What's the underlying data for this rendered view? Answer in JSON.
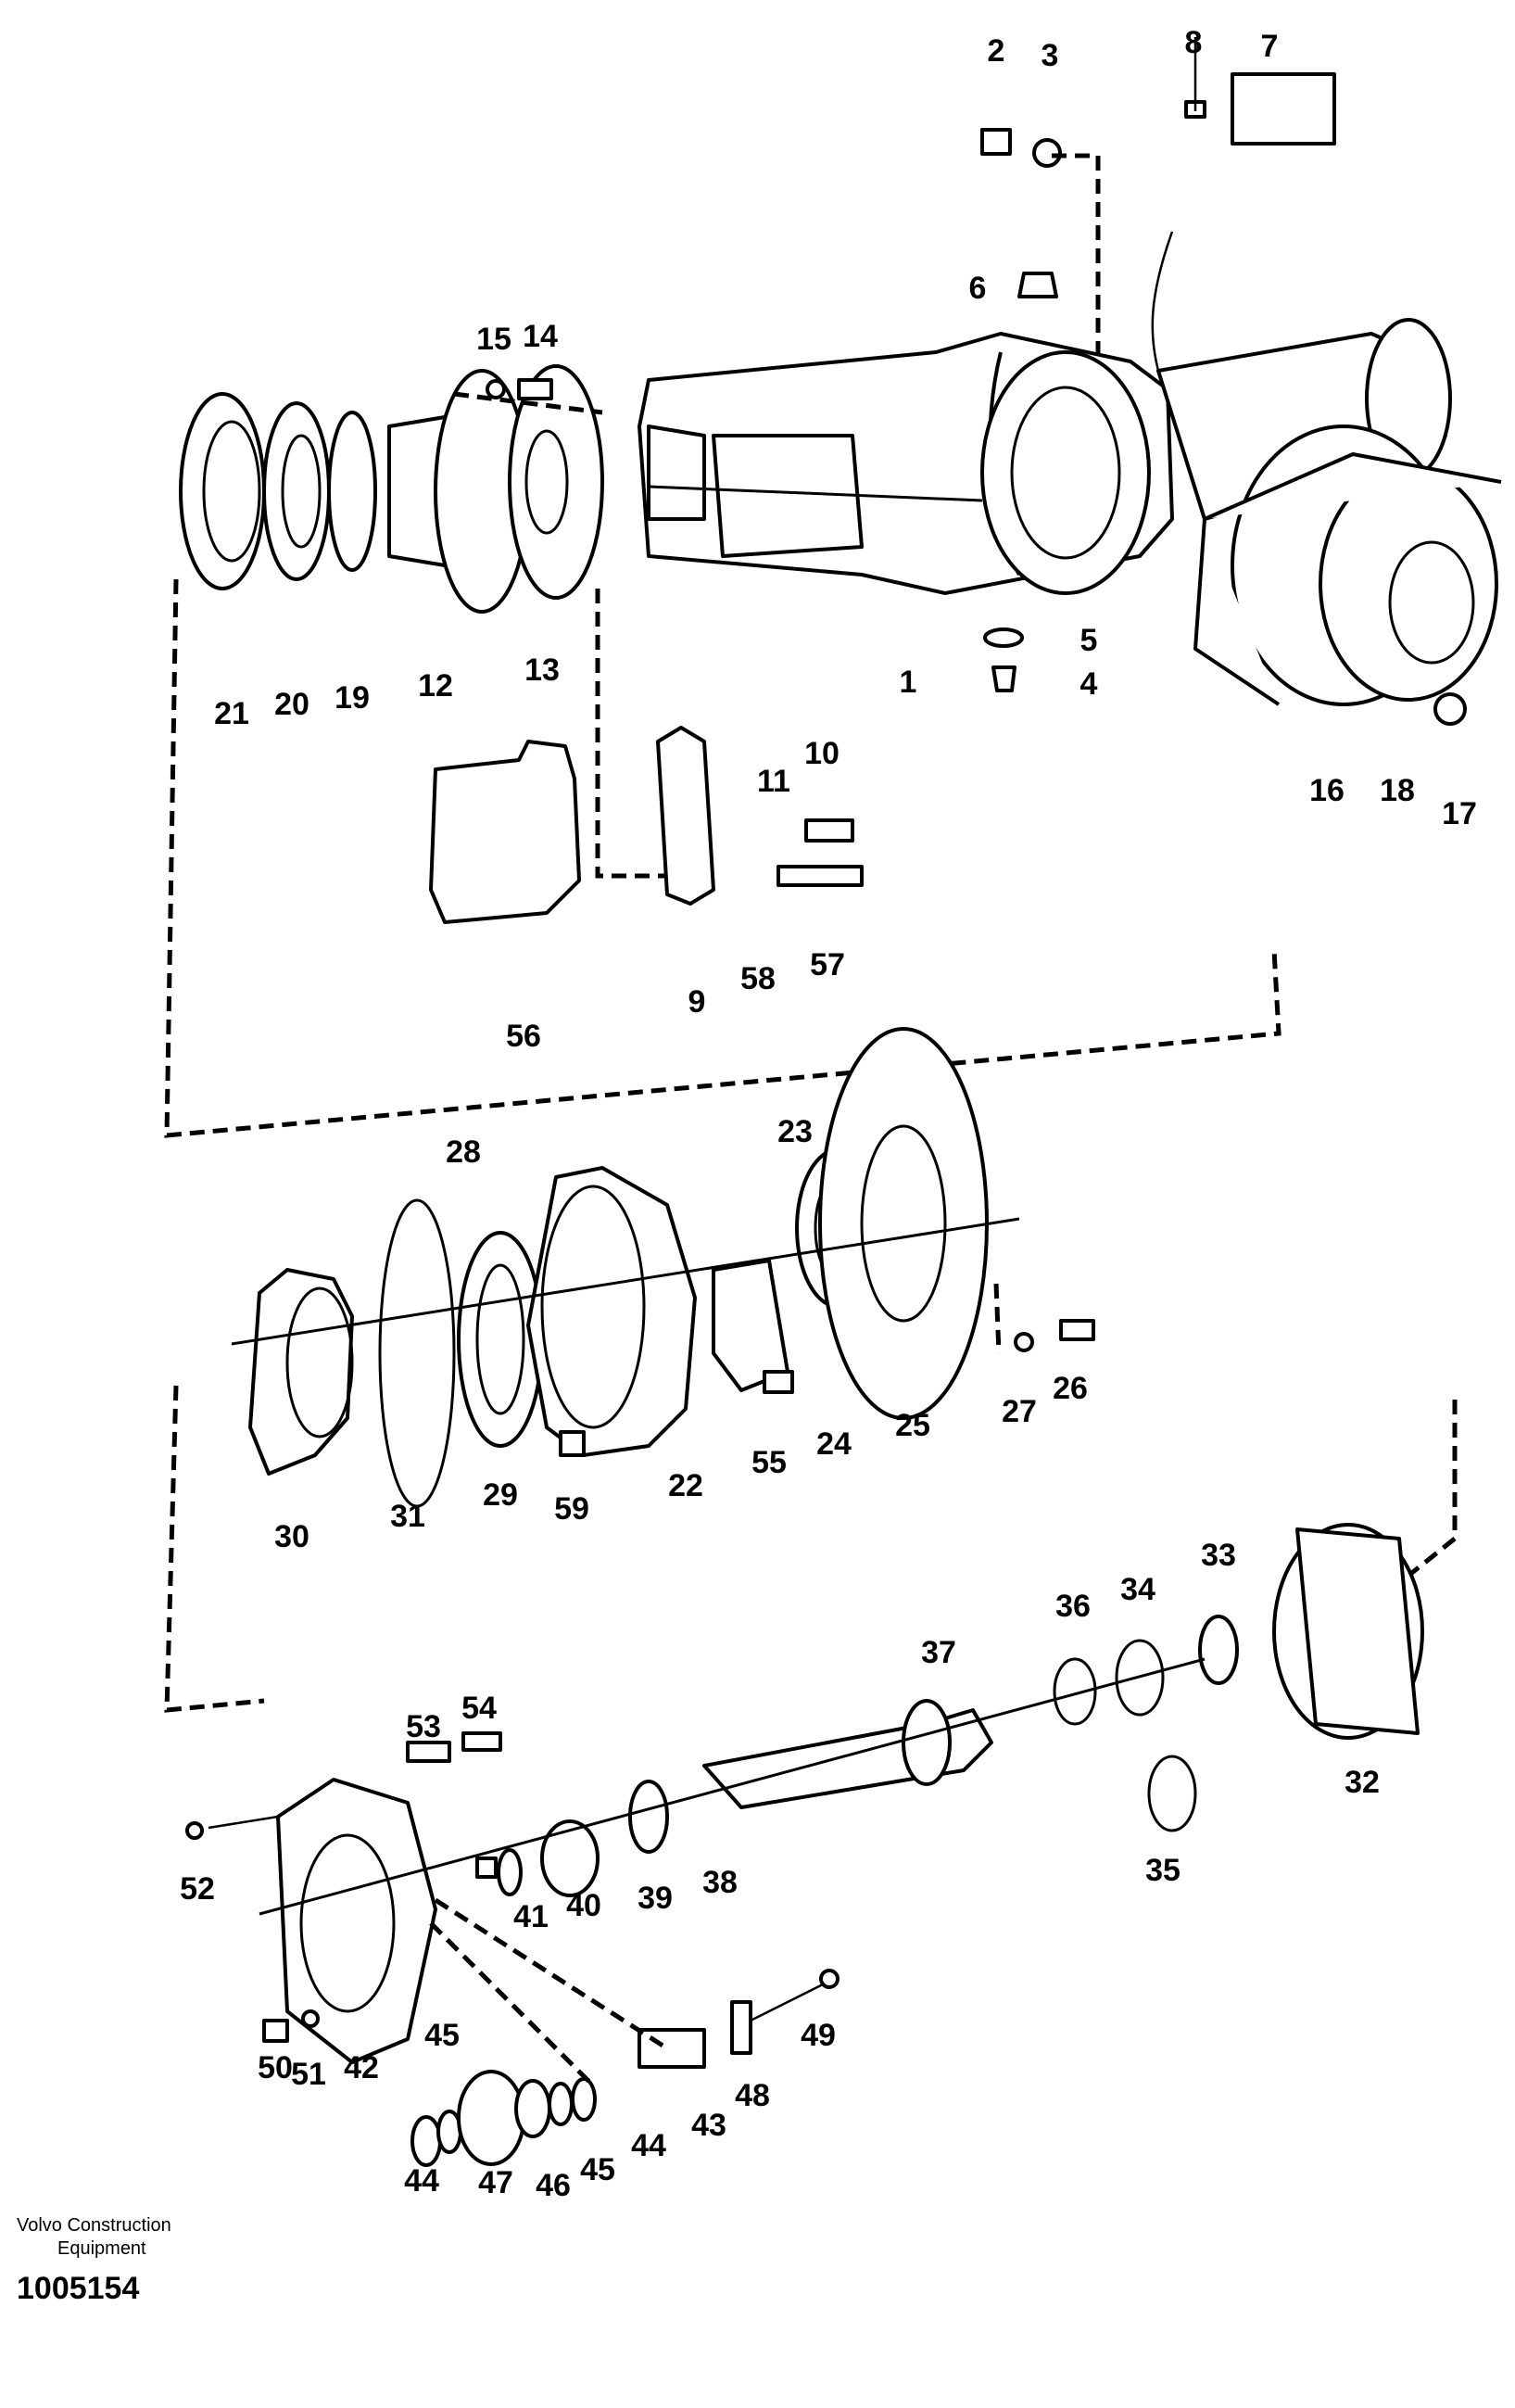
{
  "callouts": [
    {
      "id": "c1",
      "text": "1"
    },
    {
      "id": "c2",
      "text": "2"
    },
    {
      "id": "c3",
      "text": "3"
    },
    {
      "id": "c4",
      "text": "4"
    },
    {
      "id": "c5",
      "text": "5"
    },
    {
      "id": "c6",
      "text": "6"
    },
    {
      "id": "c7",
      "text": "7"
    },
    {
      "id": "c8",
      "text": "8"
    },
    {
      "id": "c9",
      "text": "9"
    },
    {
      "id": "c10",
      "text": "10"
    },
    {
      "id": "c11",
      "text": "11"
    },
    {
      "id": "c12",
      "text": "12"
    },
    {
      "id": "c13",
      "text": "13"
    },
    {
      "id": "c14",
      "text": "14"
    },
    {
      "id": "c15",
      "text": "15"
    },
    {
      "id": "c16",
      "text": "16"
    },
    {
      "id": "c17",
      "text": "17"
    },
    {
      "id": "c18",
      "text": "18"
    },
    {
      "id": "c19",
      "text": "19"
    },
    {
      "id": "c20",
      "text": "20"
    },
    {
      "id": "c21",
      "text": "21"
    },
    {
      "id": "c22",
      "text": "22"
    },
    {
      "id": "c23",
      "text": "23"
    },
    {
      "id": "c24",
      "text": "24"
    },
    {
      "id": "c25",
      "text": "25"
    },
    {
      "id": "c26",
      "text": "26"
    },
    {
      "id": "c27",
      "text": "27"
    },
    {
      "id": "c28",
      "text": "28"
    },
    {
      "id": "c29",
      "text": "29"
    },
    {
      "id": "c30",
      "text": "30"
    },
    {
      "id": "c31",
      "text": "31"
    },
    {
      "id": "c32",
      "text": "32"
    },
    {
      "id": "c33",
      "text": "33"
    },
    {
      "id": "c34",
      "text": "34"
    },
    {
      "id": "c35",
      "text": "35"
    },
    {
      "id": "c36",
      "text": "36"
    },
    {
      "id": "c37",
      "text": "37"
    },
    {
      "id": "c38",
      "text": "38"
    },
    {
      "id": "c39",
      "text": "39"
    },
    {
      "id": "c40",
      "text": "40"
    },
    {
      "id": "c41",
      "text": "41"
    },
    {
      "id": "c42",
      "text": "42"
    },
    {
      "id": "c43",
      "text": "43"
    },
    {
      "id": "c44a",
      "text": "44"
    },
    {
      "id": "c44b",
      "text": "44"
    },
    {
      "id": "c45a",
      "text": "45"
    },
    {
      "id": "c45b",
      "text": "45"
    },
    {
      "id": "c46",
      "text": "46"
    },
    {
      "id": "c47",
      "text": "47"
    },
    {
      "id": "c48",
      "text": "48"
    },
    {
      "id": "c49",
      "text": "49"
    },
    {
      "id": "c50",
      "text": "50"
    },
    {
      "id": "c51",
      "text": "51"
    },
    {
      "id": "c52",
      "text": "52"
    },
    {
      "id": "c53",
      "text": "53"
    },
    {
      "id": "c54",
      "text": "54"
    },
    {
      "id": "c55",
      "text": "55"
    },
    {
      "id": "c56",
      "text": "56"
    },
    {
      "id": "c57",
      "text": "57"
    },
    {
      "id": "c58",
      "text": "58"
    },
    {
      "id": "c59",
      "text": "59"
    }
  ],
  "footer": {
    "brand_line1": "Volvo Construction",
    "brand_line2": "Equipment",
    "diagram_number": "1005154"
  }
}
